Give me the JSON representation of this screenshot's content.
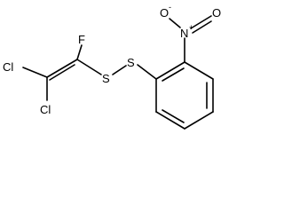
{
  "molecule": {
    "atoms": {
      "fluorine": "F",
      "chlorine_1": "Cl",
      "chlorine_2": "Cl",
      "sulfur_1": "S",
      "sulfur_2": "S",
      "nitrogen": "N",
      "nitrogen_charge": "+",
      "oxygen_top": "O",
      "oxygen_top_charge": "-",
      "oxygen_right": "O"
    }
  },
  "colors": {
    "ink": "#000000",
    "background": "#ffffff"
  }
}
